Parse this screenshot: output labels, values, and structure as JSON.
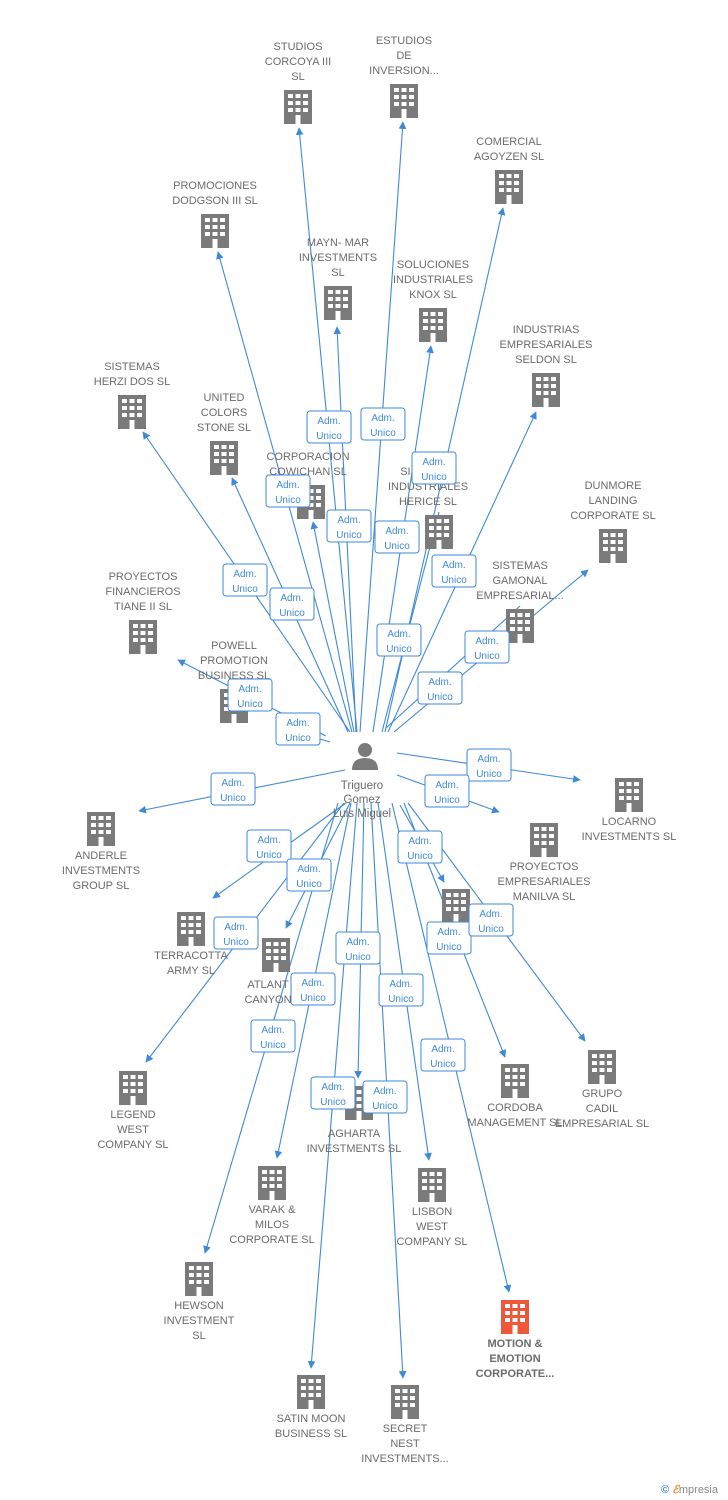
{
  "center": {
    "name_lines": [
      "Triguero",
      "Gomez",
      "Luis Miguel"
    ],
    "icon": "person-icon"
  },
  "edge_label_lines": [
    "Adm.",
    "Unico"
  ],
  "colors": {
    "edge": "#3f8ad8",
    "building": "#7a7a7a",
    "highlight": "#f0573a"
  },
  "footer": {
    "copyright": "©",
    "brand_e": "ℰ",
    "brand_rest": "mpresia"
  },
  "companies": [
    {
      "id": "studios-corcoya",
      "lines": [
        "STUDIOS",
        "CORCOYA III",
        "SL"
      ],
      "highlight": false
    },
    {
      "id": "estudios-de-inversion",
      "lines": [
        "ESTUDIOS",
        "DE",
        "INVERSION..."
      ],
      "highlight": false
    },
    {
      "id": "comercial-agoyzen",
      "lines": [
        "COMERCIAL",
        "AGOYZEN SL"
      ],
      "highlight": false
    },
    {
      "id": "promociones-dodgson",
      "lines": [
        "PROMOCIONES",
        "DODGSON III SL"
      ],
      "highlight": false
    },
    {
      "id": "mayn-mar",
      "lines": [
        "MAYN- MAR",
        "INVESTMENTS",
        "SL"
      ],
      "highlight": false
    },
    {
      "id": "soluciones-knox",
      "lines": [
        "SOLUCIONES",
        "INDUSTRIALES",
        "KNOX SL"
      ],
      "highlight": false
    },
    {
      "id": "industrias-seldon",
      "lines": [
        "INDUSTRIAS",
        "EMPRESARIALES",
        "SELDON SL"
      ],
      "highlight": false
    },
    {
      "id": "sistemas-herzi",
      "lines": [
        "SISTEMAS",
        "HERZI DOS SL"
      ],
      "highlight": false
    },
    {
      "id": "united-colors",
      "lines": [
        "UNITED",
        "COLORS",
        "STONE SL"
      ],
      "highlight": false
    },
    {
      "id": "corporacion-cowichan",
      "lines": [
        "CORPORACION",
        "COWICHAN SL"
      ],
      "highlight": false
    },
    {
      "id": "sistemas-herice",
      "lines": [
        "SISTEMAS",
        "INDUSTRIALES",
        "HERICE  SL"
      ],
      "highlight": false
    },
    {
      "id": "dunmore-landing",
      "lines": [
        "DUNMORE",
        "LANDING",
        "CORPORATE SL"
      ],
      "highlight": false
    },
    {
      "id": "proyectos-tiane",
      "lines": [
        "PROYECTOS",
        "FINANCIEROS",
        "TIANE II  SL"
      ],
      "highlight": false
    },
    {
      "id": "sistemas-gamonal",
      "lines": [
        "SISTEMAS",
        "GAMONAL",
        "EMPRESARIAL..."
      ],
      "highlight": false
    },
    {
      "id": "powell-promotion",
      "lines": [
        "POWELL",
        "PROMOTION",
        "BUSINESS  SL"
      ],
      "highlight": false
    },
    {
      "id": "locarno",
      "lines": [
        "LOCARNO",
        "INVESTMENTS SL"
      ],
      "highlight": false
    },
    {
      "id": "anderle",
      "lines": [
        "ANDERLE",
        "INVESTMENTS",
        "GROUP SL"
      ],
      "highlight": false
    },
    {
      "id": "proyectos-manilva",
      "lines": [
        "PROYECTOS",
        "EMPRESARIALES",
        "MANILVA SL"
      ],
      "highlight": false
    },
    {
      "id": "terracotta",
      "lines": [
        "TERRACOTTA",
        "ARMY  SL"
      ],
      "highlight": false
    },
    {
      "id": "atlant-canyon",
      "lines": [
        "ATLANT",
        "CANYON"
      ],
      "highlight": false
    },
    {
      "id": "unnamed-mid",
      "lines": [],
      "highlight": false
    },
    {
      "id": "legend-west",
      "lines": [
        "LEGEND",
        "WEST",
        "COMPANY SL"
      ],
      "highlight": false
    },
    {
      "id": "cordoba",
      "lines": [
        "CORDOBA",
        "MANAGEMENT SL"
      ],
      "highlight": false
    },
    {
      "id": "grupo-cadil",
      "lines": [
        "GRUPO",
        "CADIL",
        "EMPRESARIAL SL"
      ],
      "highlight": false
    },
    {
      "id": "agharta",
      "lines": [
        "AGHARTA",
        "INVESTMENTS SL"
      ],
      "highlight": false
    },
    {
      "id": "varak-milos",
      "lines": [
        "VARAK &",
        "MILOS",
        "CORPORATE SL"
      ],
      "highlight": false
    },
    {
      "id": "lisbon-west",
      "lines": [
        "LISBON",
        "WEST",
        "COMPANY  SL"
      ],
      "highlight": false
    },
    {
      "id": "hewson",
      "lines": [
        "HEWSON",
        "INVESTMENT",
        "SL"
      ],
      "highlight": false
    },
    {
      "id": "motion-emotion",
      "lines": [
        "MOTION &",
        "EMOTION",
        "CORPORATE..."
      ],
      "highlight": true
    },
    {
      "id": "satin-moon",
      "lines": [
        "SATIN MOON",
        "BUSINESS SL"
      ],
      "highlight": false
    },
    {
      "id": "secret-nest",
      "lines": [
        "SECRET",
        "NEST",
        "INVESTMENTS..."
      ],
      "highlight": false
    }
  ]
}
